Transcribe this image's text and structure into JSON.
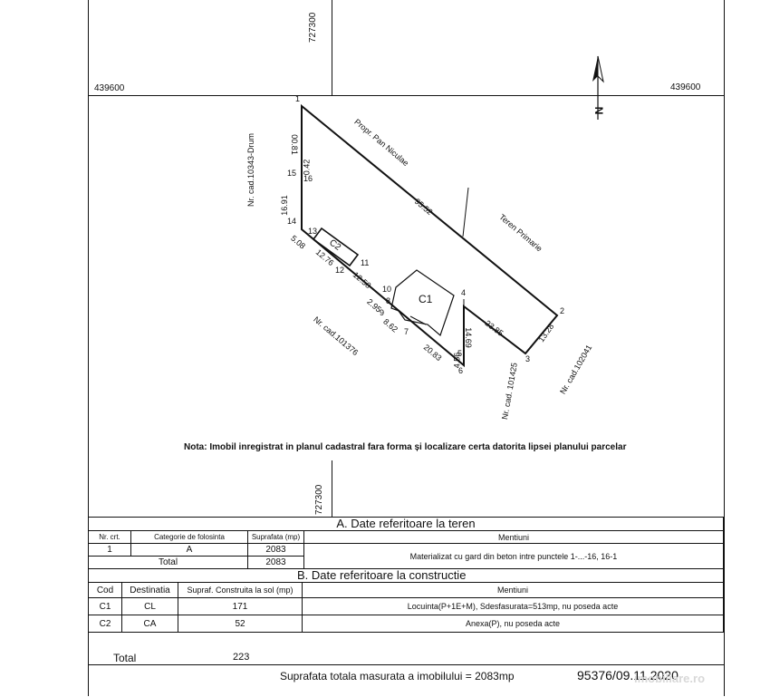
{
  "coords": {
    "top_x": "727300",
    "bottom_x": "727300",
    "left_y": "439600",
    "right_y": "439600"
  },
  "north": "N",
  "neighbors": {
    "top": "Propr. Pan Niculae",
    "right": "Teren Primarie",
    "left": "Nr. cad.10343-Drum",
    "bottom_left": "Nr. cad.101376",
    "bottom_mid": "Nr. cad. 101425",
    "bottom_right": "Nr. cad.102041"
  },
  "points": [
    "1",
    "2",
    "3",
    "4",
    "5",
    "6",
    "7",
    "8",
    "9",
    "10",
    "11",
    "12",
    "13",
    "14",
    "15",
    "16"
  ],
  "distances": {
    "d1_2": "95.52",
    "d2_3": "13.28",
    "d3_4": "23.85",
    "d4_5": "14.69",
    "d5_6": "4.56",
    "d6_7": "20.83",
    "d7_8": "8.62",
    "d9_10": "2.95",
    "d10_11": "12.58",
    "d12_13": "12.76",
    "d13_14": "5.08",
    "d14_15": "16.91",
    "d15_16": "0.42",
    "d16_1": "00.81"
  },
  "buildings": {
    "c1": "C1",
    "c2": "C2"
  },
  "note": "Nota: Imobil inregistrat in planul cadastral fara forma și localizare certa datorita lipsei planului parcelar",
  "section_a": {
    "title": "A. Date referitoare la teren",
    "headers": [
      "Nr. crt.",
      "Categorie de folosinta",
      "Suprafata (mp)",
      "Mentiuni"
    ],
    "row": {
      "nr": "1",
      "cat": "A",
      "supr": "2083",
      "mentiuni": "Materializat cu gard din beton intre punctele 1-...-16, 16-1"
    },
    "total_label": "Total",
    "total_value": "2083"
  },
  "section_b": {
    "title": "B. Date referitoare la constructie",
    "headers": [
      "Cod",
      "Destinatia",
      "Supraf. Construita la sol (mp)",
      "Mentiuni"
    ],
    "rows": [
      {
        "cod": "C1",
        "dest": "CL",
        "supr": "171",
        "mentiuni": "Locuinta(P+1E+M), Sdesfasurata=513mp, nu poseda acte"
      },
      {
        "cod": "C2",
        "dest": "CA",
        "supr": "52",
        "mentiuni": "Anexa(P), nu poseda acte"
      }
    ],
    "total_label": "Total",
    "total_value": "223"
  },
  "total_area": "Suprafata totala masurata a imobilului = 2083mp",
  "stamp": "95376/09.11.2020",
  "watermark": "imobiliare.ro"
}
